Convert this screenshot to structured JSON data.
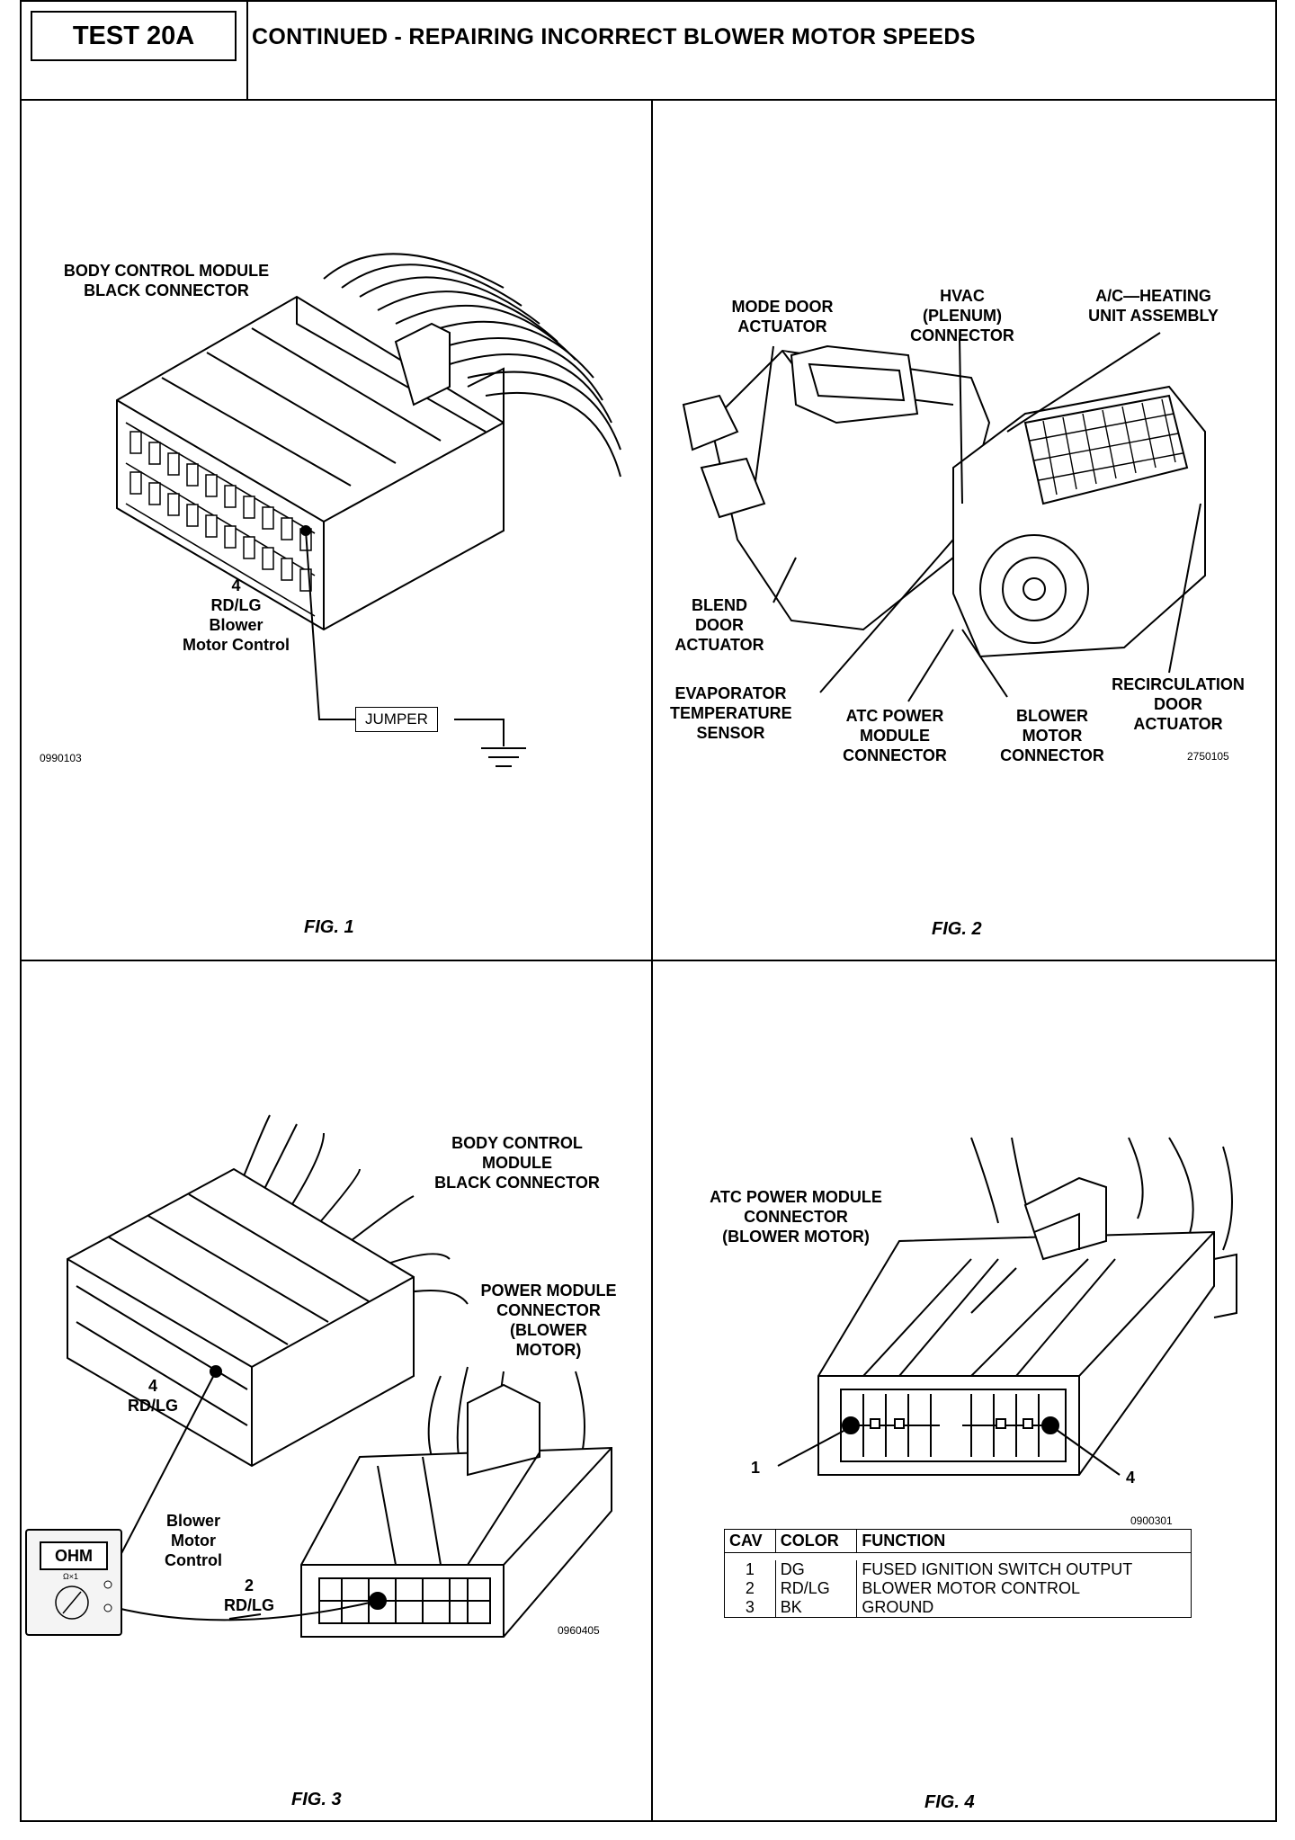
{
  "header": {
    "test_number": "TEST 20A",
    "title": "CONTINUED - REPAIRING INCORRECT BLOWER MOTOR SPEEDS"
  },
  "fig1": {
    "caption": "FIG. 1",
    "connector_label": [
      "BODY CONTROL MODULE",
      "BLACK CONNECTOR"
    ],
    "pin_label": [
      "4",
      "RD/LG",
      "Blower",
      "Motor Control"
    ],
    "jumper_label": "JUMPER",
    "ref_code": "0990103"
  },
  "fig2": {
    "caption": "FIG. 2",
    "labels": {
      "mode_door": [
        "MODE DOOR",
        "ACTUATOR"
      ],
      "hvac": [
        "HVAC",
        "(PLENUM)",
        "CONNECTOR"
      ],
      "ac_heating": [
        "A/C—HEATING",
        "UNIT ASSEMBLY"
      ],
      "blend_door": [
        "BLEND",
        "DOOR",
        "ACTUATOR"
      ],
      "evaporator": [
        "EVAPORATOR",
        "TEMPERATURE",
        "SENSOR"
      ],
      "atc_power": [
        "ATC POWER",
        "MODULE",
        "CONNECTOR"
      ],
      "blower_motor": [
        "BLOWER",
        "MOTOR",
        "CONNECTOR"
      ],
      "recirc": [
        "RECIRCULATION",
        "DOOR",
        "ACTUATOR"
      ]
    },
    "ref_code": "2750105"
  },
  "fig3": {
    "caption": "FIG. 3",
    "connector_label": [
      "BODY CONTROL",
      "MODULE",
      "BLACK CONNECTOR"
    ],
    "power_module_label": [
      "POWER MODULE",
      "CONNECTOR",
      "(BLOWER",
      "MOTOR)"
    ],
    "pin4_label": [
      "4",
      "RD/LG"
    ],
    "blower_label": [
      "Blower",
      "Motor",
      "Control"
    ],
    "pin2_label": [
      "2",
      "RD/LG"
    ],
    "meter_display": "OHM",
    "meter_setting": "Ω×1",
    "ref_code": "0960405"
  },
  "fig4": {
    "caption": "FIG. 4",
    "connector_label": [
      "ATC POWER MODULE",
      "CONNECTOR",
      "(BLOWER MOTOR)"
    ],
    "pin1": "1",
    "pin4": "4",
    "ref_code": "0900301",
    "table": {
      "headers": [
        "CAV",
        "COLOR",
        "FUNCTION"
      ],
      "rows": [
        [
          "1",
          "DG",
          "FUSED IGNITION SWITCH OUTPUT"
        ],
        [
          "2",
          "RD/LG",
          "BLOWER MOTOR CONTROL"
        ],
        [
          "3",
          "BK",
          "GROUND"
        ]
      ]
    }
  }
}
